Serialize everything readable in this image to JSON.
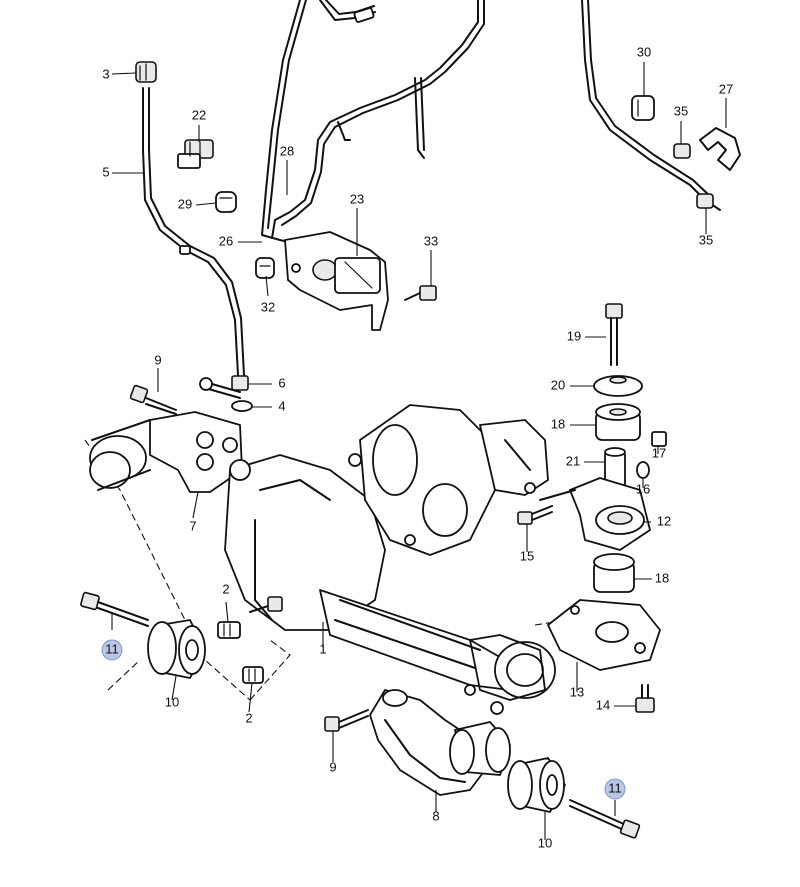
{
  "diagram": {
    "colors": {
      "line": "#111111",
      "background": "#ffffff",
      "highlight": "#b9c6e6"
    },
    "callouts": [
      {
        "id": "c1",
        "text": "1"
      },
      {
        "id": "c2a",
        "text": "2"
      },
      {
        "id": "c2b",
        "text": "2"
      },
      {
        "id": "c3",
        "text": "3"
      },
      {
        "id": "c4",
        "text": "4"
      },
      {
        "id": "c5",
        "text": "5"
      },
      {
        "id": "c6",
        "text": "6"
      },
      {
        "id": "c7",
        "text": "7"
      },
      {
        "id": "c8",
        "text": "8"
      },
      {
        "id": "c9a",
        "text": "9"
      },
      {
        "id": "c9b",
        "text": "9"
      },
      {
        "id": "c10a",
        "text": "10"
      },
      {
        "id": "c10b",
        "text": "10"
      },
      {
        "id": "c11a",
        "text": "11",
        "highlighted": true
      },
      {
        "id": "c11b",
        "text": "11",
        "highlighted": true
      },
      {
        "id": "c12",
        "text": "12"
      },
      {
        "id": "c13",
        "text": "13"
      },
      {
        "id": "c14",
        "text": "14"
      },
      {
        "id": "c15",
        "text": "15"
      },
      {
        "id": "c16",
        "text": "16"
      },
      {
        "id": "c17",
        "text": "17"
      },
      {
        "id": "c18a",
        "text": "18"
      },
      {
        "id": "c18b",
        "text": "18"
      },
      {
        "id": "c19",
        "text": "19"
      },
      {
        "id": "c20",
        "text": "20"
      },
      {
        "id": "c21",
        "text": "21"
      },
      {
        "id": "c22",
        "text": "22"
      },
      {
        "id": "c23",
        "text": "23"
      },
      {
        "id": "c26",
        "text": "26"
      },
      {
        "id": "c27",
        "text": "27"
      },
      {
        "id": "c28",
        "text": "28"
      },
      {
        "id": "c29",
        "text": "29"
      },
      {
        "id": "c30",
        "text": "30"
      },
      {
        "id": "c32",
        "text": "32"
      },
      {
        "id": "c33",
        "text": "33"
      },
      {
        "id": "c35a",
        "text": "35"
      },
      {
        "id": "c35b",
        "text": "35"
      }
    ]
  }
}
